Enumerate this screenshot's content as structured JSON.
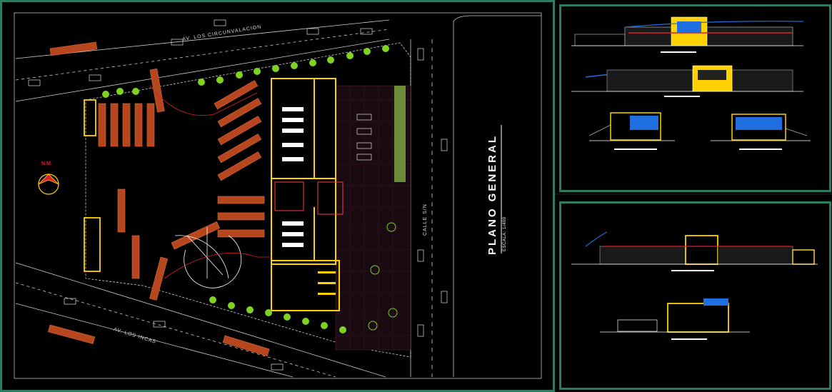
{
  "title": "PLANO GENERAL",
  "scale": "ESCALA: 1/400",
  "streets": {
    "top_avenue": "AV. LOS CIRCUNVALACION",
    "bottom_avenue": "AV. LOS INCAS",
    "side_street": "CALLE S/N"
  },
  "north_label": "N.M.",
  "colors": {
    "frame": "#2e7a62",
    "building_walls": "#ffd200",
    "buses": "#b5461e",
    "trees": "#7ed321",
    "lines": "#ffffff",
    "accent_blue": "#1f6fe0",
    "accent_red": "#e0202a"
  }
}
